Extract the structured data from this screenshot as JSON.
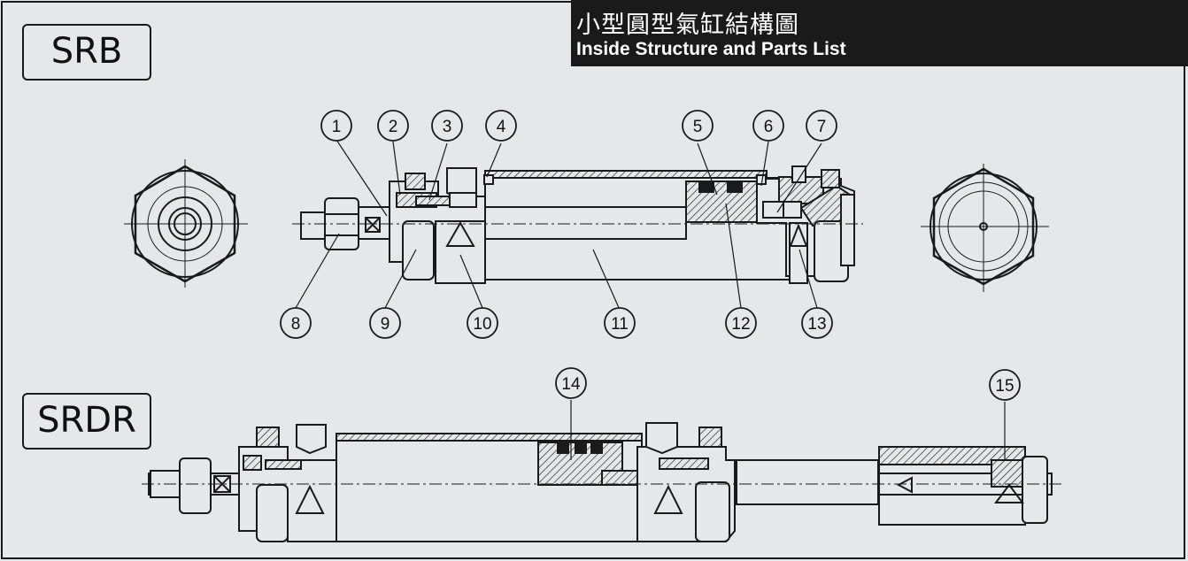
{
  "title": {
    "zh": "小型圓型氣缸結構圖",
    "en": "Inside Structure and Parts List"
  },
  "models": {
    "top": "SRB",
    "bottom": "SRDR"
  },
  "callouts": [
    "1",
    "2",
    "3",
    "4",
    "5",
    "6",
    "7",
    "8",
    "9",
    "10",
    "11",
    "12",
    "13",
    "14",
    "15"
  ],
  "colors": {
    "background": "#e6e7e9",
    "title_block": "#1a1a1a",
    "line": "#1a1a1a"
  }
}
